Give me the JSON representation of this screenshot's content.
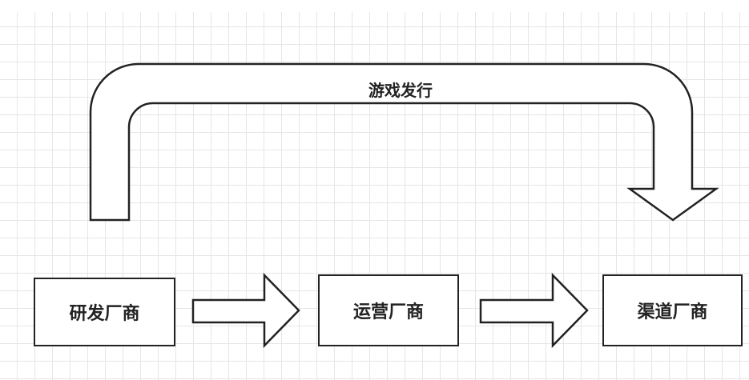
{
  "diagram": {
    "arc_arrow_label": "游戏发行",
    "nodes": [
      {
        "label": "研发厂商"
      },
      {
        "label": "运营厂商"
      },
      {
        "label": "渠道厂商"
      }
    ],
    "stroke_color": "#222222"
  }
}
